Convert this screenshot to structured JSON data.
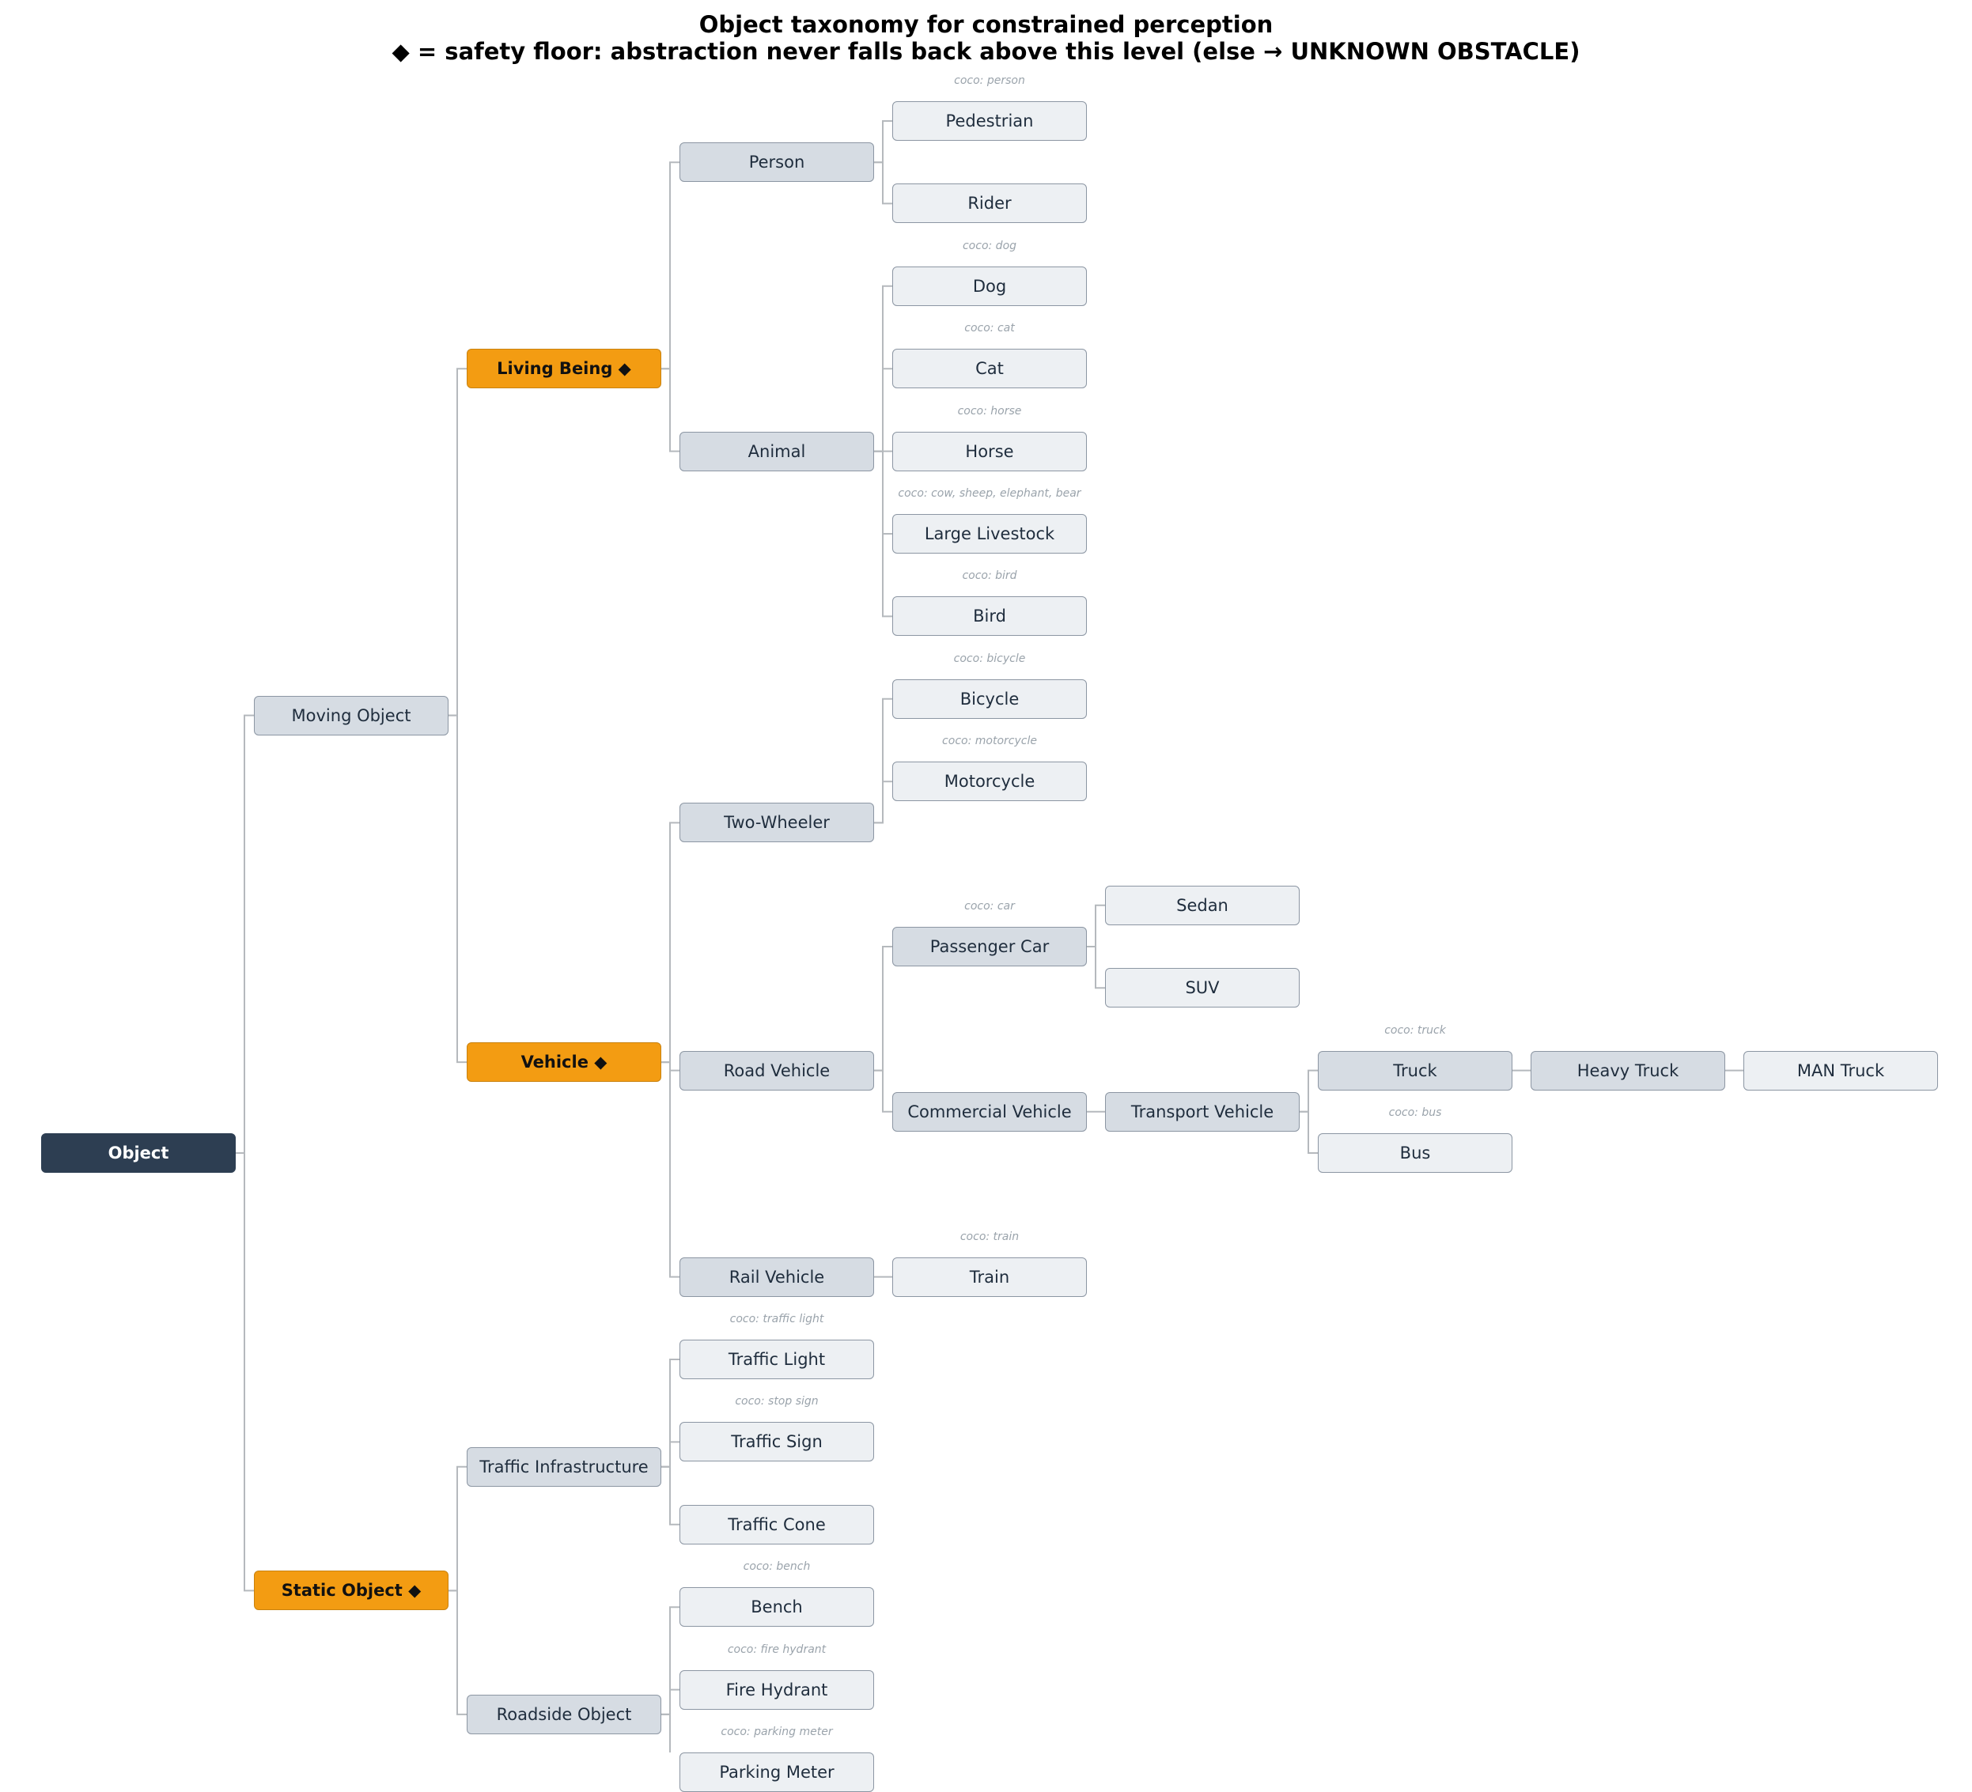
{
  "title": "Object taxonomy for constrained perception",
  "subtitle": "◆ = safety floor: abstraction never falls back above this level (else → UNKNOWN OBSTACLE)",
  "colors": {
    "root": "#2d3e52",
    "safety_floor": "#f39c12",
    "inner": "#d6dce3",
    "leaf": "#edf0f3",
    "edge": "#b5b9bd",
    "coco_note": "#9aa3ab"
  },
  "nodes": {
    "object": {
      "label": "Object"
    },
    "moving_object": {
      "label": "Moving Object"
    },
    "static_object": {
      "label": "Static Object  ◆"
    },
    "living_being": {
      "label": "Living Being  ◆"
    },
    "vehicle": {
      "label": "Vehicle  ◆"
    },
    "person": {
      "label": "Person"
    },
    "animal": {
      "label": "Animal"
    },
    "two_wheeler": {
      "label": "Two-Wheeler"
    },
    "road_vehicle": {
      "label": "Road Vehicle"
    },
    "rail_vehicle": {
      "label": "Rail Vehicle"
    },
    "pedestrian": {
      "label": "Pedestrian",
      "coco": "coco: person"
    },
    "rider": {
      "label": "Rider"
    },
    "dog": {
      "label": "Dog",
      "coco": "coco: dog"
    },
    "cat": {
      "label": "Cat",
      "coco": "coco: cat"
    },
    "horse": {
      "label": "Horse",
      "coco": "coco: horse"
    },
    "large_livestock": {
      "label": "Large Livestock",
      "coco": "coco: cow, sheep, elephant, bear"
    },
    "bird": {
      "label": "Bird",
      "coco": "coco: bird"
    },
    "bicycle": {
      "label": "Bicycle",
      "coco": "coco: bicycle"
    },
    "motorcycle": {
      "label": "Motorcycle",
      "coco": "coco: motorcycle"
    },
    "passenger_car": {
      "label": "Passenger Car",
      "coco": "coco: car"
    },
    "commercial_vehicle": {
      "label": "Commercial Vehicle"
    },
    "sedan": {
      "label": "Sedan"
    },
    "suv": {
      "label": "SUV"
    },
    "transport_vehicle": {
      "label": "Transport Vehicle"
    },
    "truck": {
      "label": "Truck",
      "coco": "coco: truck"
    },
    "bus": {
      "label": "Bus",
      "coco": "coco: bus"
    },
    "heavy_truck": {
      "label": "Heavy Truck"
    },
    "man_truck": {
      "label": "MAN Truck"
    },
    "train": {
      "label": "Train",
      "coco": "coco: train"
    },
    "traffic_infrastructure": {
      "label": "Traffic Infrastructure"
    },
    "roadside_object": {
      "label": "Roadside Object"
    },
    "traffic_light": {
      "label": "Traffic Light",
      "coco": "coco: traffic light"
    },
    "traffic_sign": {
      "label": "Traffic Sign",
      "coco": "coco: stop sign"
    },
    "traffic_cone": {
      "label": "Traffic Cone"
    },
    "bench": {
      "label": "Bench",
      "coco": "coco: bench"
    },
    "fire_hydrant": {
      "label": "Fire Hydrant",
      "coco": "coco: fire hydrant"
    },
    "parking_meter": {
      "label": "Parking Meter",
      "coco": "coco: parking meter"
    }
  },
  "edges": [
    [
      "object",
      "moving_object"
    ],
    [
      "object",
      "static_object"
    ],
    [
      "moving_object",
      "living_being"
    ],
    [
      "moving_object",
      "vehicle"
    ],
    [
      "living_being",
      "person"
    ],
    [
      "living_being",
      "animal"
    ],
    [
      "person",
      "pedestrian"
    ],
    [
      "person",
      "rider"
    ],
    [
      "animal",
      "dog"
    ],
    [
      "animal",
      "cat"
    ],
    [
      "animal",
      "horse"
    ],
    [
      "animal",
      "large_livestock"
    ],
    [
      "animal",
      "bird"
    ],
    [
      "vehicle",
      "two_wheeler"
    ],
    [
      "vehicle",
      "road_vehicle"
    ],
    [
      "vehicle",
      "rail_vehicle"
    ],
    [
      "two_wheeler",
      "bicycle"
    ],
    [
      "two_wheeler",
      "motorcycle"
    ],
    [
      "road_vehicle",
      "passenger_car"
    ],
    [
      "road_vehicle",
      "commercial_vehicle"
    ],
    [
      "passenger_car",
      "sedan"
    ],
    [
      "passenger_car",
      "suv"
    ],
    [
      "commercial_vehicle",
      "transport_vehicle"
    ],
    [
      "transport_vehicle",
      "truck"
    ],
    [
      "transport_vehicle",
      "bus"
    ],
    [
      "truck",
      "heavy_truck"
    ],
    [
      "heavy_truck",
      "man_truck"
    ],
    [
      "rail_vehicle",
      "train"
    ],
    [
      "static_object",
      "traffic_infrastructure"
    ],
    [
      "static_object",
      "roadside_object"
    ],
    [
      "traffic_infrastructure",
      "traffic_light"
    ],
    [
      "traffic_infrastructure",
      "traffic_sign"
    ],
    [
      "traffic_infrastructure",
      "traffic_cone"
    ],
    [
      "roadside_object",
      "bench"
    ],
    [
      "roadside_object",
      "fire_hydrant"
    ],
    [
      "roadside_object",
      "parking_meter"
    ]
  ]
}
